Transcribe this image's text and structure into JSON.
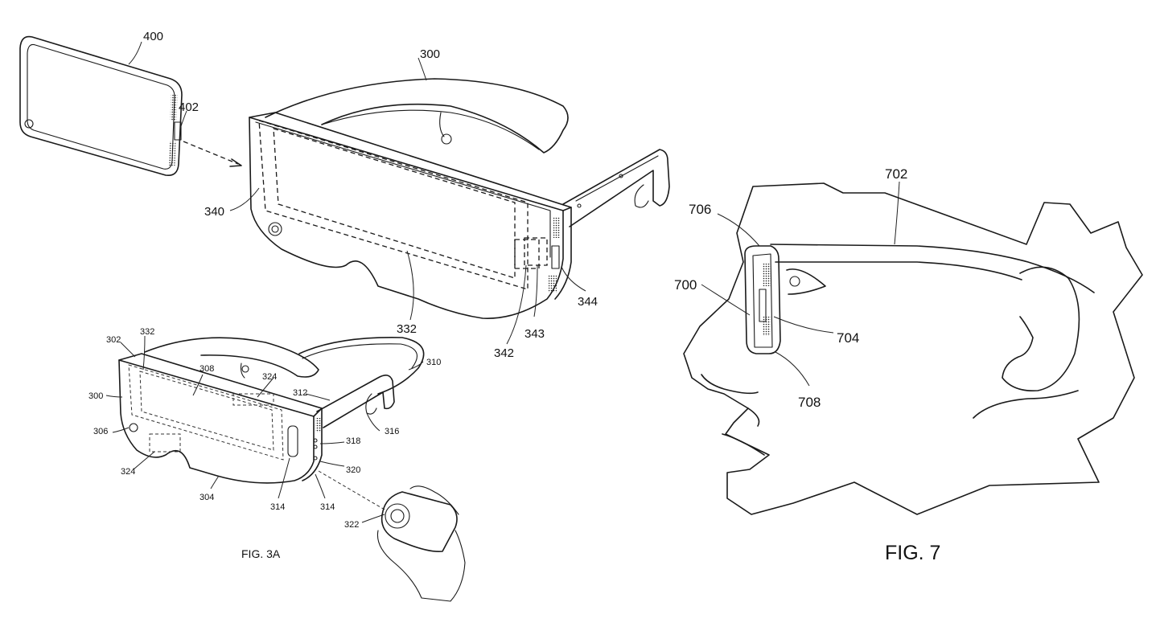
{
  "figure_a": {
    "labels": {
      "phone": "400",
      "phone_connector": "402",
      "headset": "300",
      "frame": "340",
      "display_area": "332",
      "port": "342",
      "port_inner": "343",
      "strap_connector": "344"
    }
  },
  "figure_3a": {
    "caption": "FIG. 3A",
    "labels": {
      "r302": "302",
      "r332": "332",
      "r308": "308",
      "r324_top": "324",
      "r310": "310",
      "r300": "300",
      "r312": "312",
      "r316": "316",
      "r306": "306",
      "r318": "318",
      "r324_bottom": "324",
      "r320": "320",
      "r304": "304",
      "r314_a": "314",
      "r314_b": "314",
      "r322": "322"
    }
  },
  "figure_7": {
    "caption": "FIG. 7",
    "labels": {
      "glasses": "702",
      "hinge": "706",
      "lens": "700",
      "display": "704",
      "bottom": "708"
    }
  }
}
